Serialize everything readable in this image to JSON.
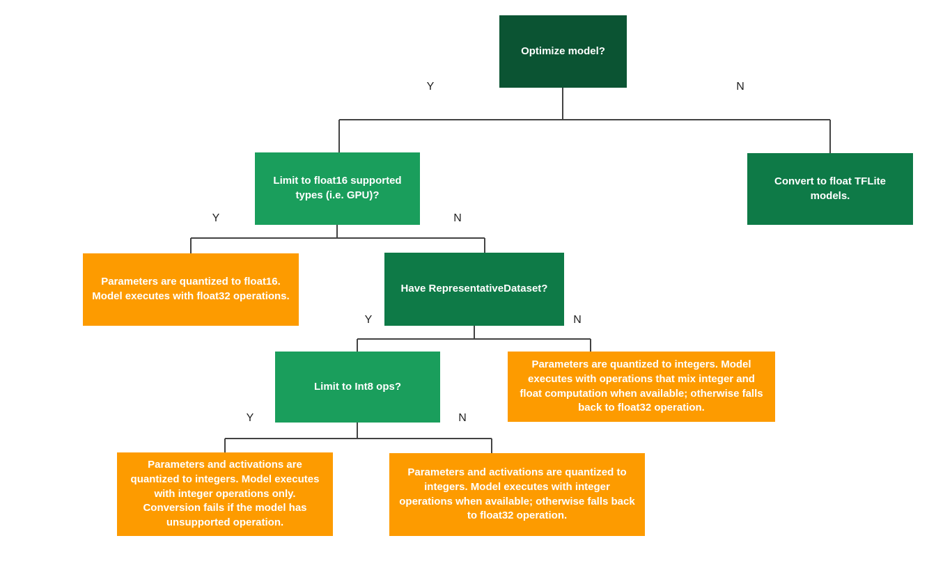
{
  "diagram": {
    "type": "decision-flowchart",
    "topic": "TFLite model optimization decision tree",
    "nodes": {
      "optimize": {
        "label": "Optimize model?",
        "kind": "decision"
      },
      "limit_float16": {
        "label": "Limit to float16 supported types (i.e. GPU)?",
        "kind": "decision"
      },
      "convert_float": {
        "label": "Convert to float TFLite models.",
        "kind": "result"
      },
      "quantized_float16": {
        "label": "Parameters are quantized to float16. Model executes with float32 operations.",
        "kind": "result"
      },
      "have_representative_dataset": {
        "label": "Have RepresentativeDataset?",
        "kind": "decision"
      },
      "limit_int8": {
        "label": "Limit to Int8 ops?",
        "kind": "decision"
      },
      "mixed_quantization": {
        "label": "Parameters are quantized to integers. Model executes with operations that mix integer and float computation when available; otherwise falls back to float32 operation.",
        "kind": "result"
      },
      "integer_only": {
        "label": "Parameters and activations are quantized to integers. Model executes with integer operations only. Conversion fails if the model has unsupported operation.",
        "kind": "result"
      },
      "integer_with_fallback": {
        "label": "Parameters and activations are quantized to integers. Model executes with integer operations when available; otherwise falls back to float32 operation.",
        "kind": "result"
      }
    },
    "edge_labels": {
      "yes": "Y",
      "no": "N"
    },
    "edges": [
      {
        "from": "optimize",
        "label": "Y",
        "to": "limit_float16"
      },
      {
        "from": "optimize",
        "label": "N",
        "to": "convert_float"
      },
      {
        "from": "limit_float16",
        "label": "Y",
        "to": "quantized_float16"
      },
      {
        "from": "limit_float16",
        "label": "N",
        "to": "have_representative_dataset"
      },
      {
        "from": "have_representative_dataset",
        "label": "Y",
        "to": "limit_int8"
      },
      {
        "from": "have_representative_dataset",
        "label": "N",
        "to": "mixed_quantization"
      },
      {
        "from": "limit_int8",
        "label": "Y",
        "to": "integer_only"
      },
      {
        "from": "limit_int8",
        "label": "N",
        "to": "integer_with_fallback"
      }
    ],
    "colors": {
      "dark_green": "#0B5433",
      "mid_green": "#0E7A47",
      "green": "#1A9E5C",
      "orange": "#FD9B00",
      "line": "#424242",
      "label_text": "#212121",
      "node_text": "#FFFFFF",
      "background": "#FFFFFF"
    }
  }
}
